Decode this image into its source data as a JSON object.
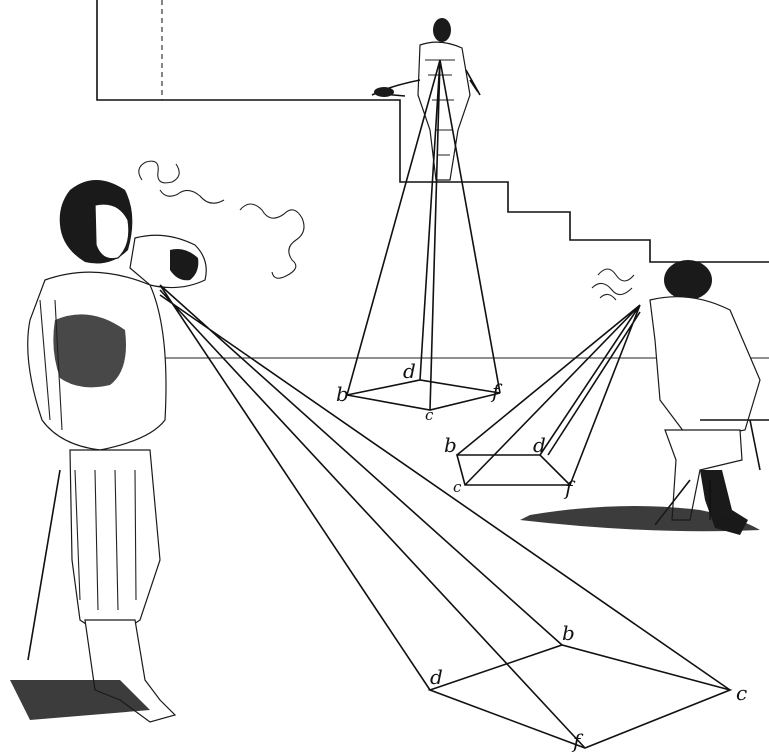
{
  "labels": {
    "top_pyramid": {
      "b": "b",
      "d": "d",
      "f": "f",
      "c": "c"
    },
    "mid_pyramid": {
      "b": "b",
      "d": "d",
      "f": "f",
      "c": "c"
    },
    "big_pyramid": {
      "b": "b",
      "d": "d",
      "f": "f",
      "c": "c"
    }
  },
  "figures": [
    "standing-gentleman-figure",
    "balcony-observer-figure",
    "seated-observer-figure"
  ],
  "colors": {
    "ink": "#111111",
    "paper": "#ffffff"
  }
}
